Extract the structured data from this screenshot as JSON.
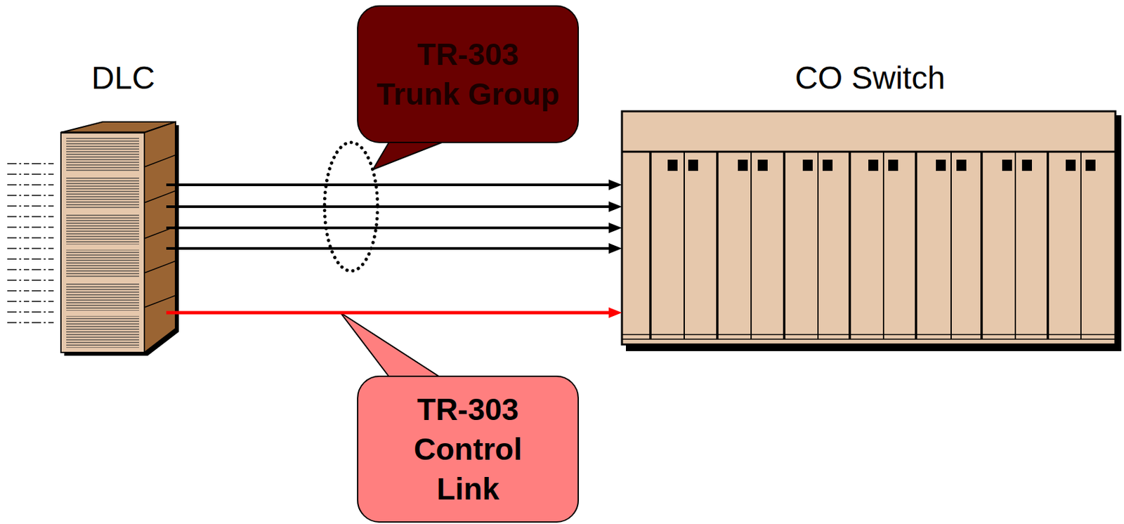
{
  "diagram": {
    "nodes": [
      {
        "text": [
          "DLC"
        ]
      },
      {
        "text": [
          "CO Switch"
        ]
      },
      {
        "text": [
          "TR-303 Trunk Group"
        ]
      },
      {
        "text": [
          "TR-303 Control Link"
        ]
      }
    ],
    "edges": [
      {
        "from": 0,
        "to": 1,
        "arrow": "to"
      },
      {
        "from": 0,
        "to": 1,
        "arrow": "to"
      },
      {
        "from": 0,
        "to": 1,
        "arrow": "to"
      },
      {
        "from": 0,
        "to": 1,
        "arrow": "to"
      },
      {
        "from": 0,
        "to": 1,
        "arrow": "to"
      }
    ]
  }
}
